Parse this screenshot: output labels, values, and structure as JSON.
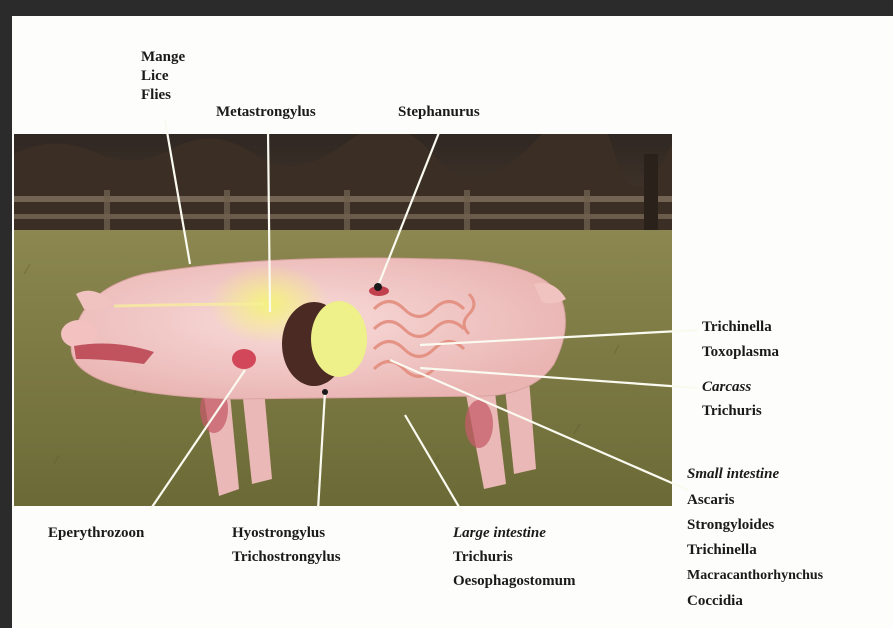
{
  "labels": {
    "mange": "Mange",
    "lice": "Lice",
    "flies": "Flies",
    "metastrongylus": "Metastrongylus",
    "stephanurus": "Stephanurus",
    "trichinella_top": "Trichinella",
    "toxoplasma": "Toxoplasma",
    "carcass": "Carcass",
    "trichuris_right": "Trichuris",
    "small_intestine": "Small intestine",
    "ascaris": "Ascaris",
    "strongyloides": "Strongyloides",
    "trichinella_bottom": "Trichinella",
    "macracanthorhynchus": "Macracanthorhynchus",
    "coccidia": "Coccidia",
    "eperythrozoon": "Eperythrozoon",
    "hyostrongylus": "Hyostrongylus",
    "trichostrongylus": "Trichostrongylus",
    "large_intestine": "Large intestine",
    "trichuris_bottom": "Trichuris",
    "oesophagostomum": "Oesophagostomum"
  },
  "colors": {
    "paper": "#fdfdfb",
    "frame": "#2b2b2b",
    "text": "#1a1a1a",
    "pig": "#f2c6c4",
    "grass": "#7d7a3f",
    "trees": "#3a2f26"
  }
}
